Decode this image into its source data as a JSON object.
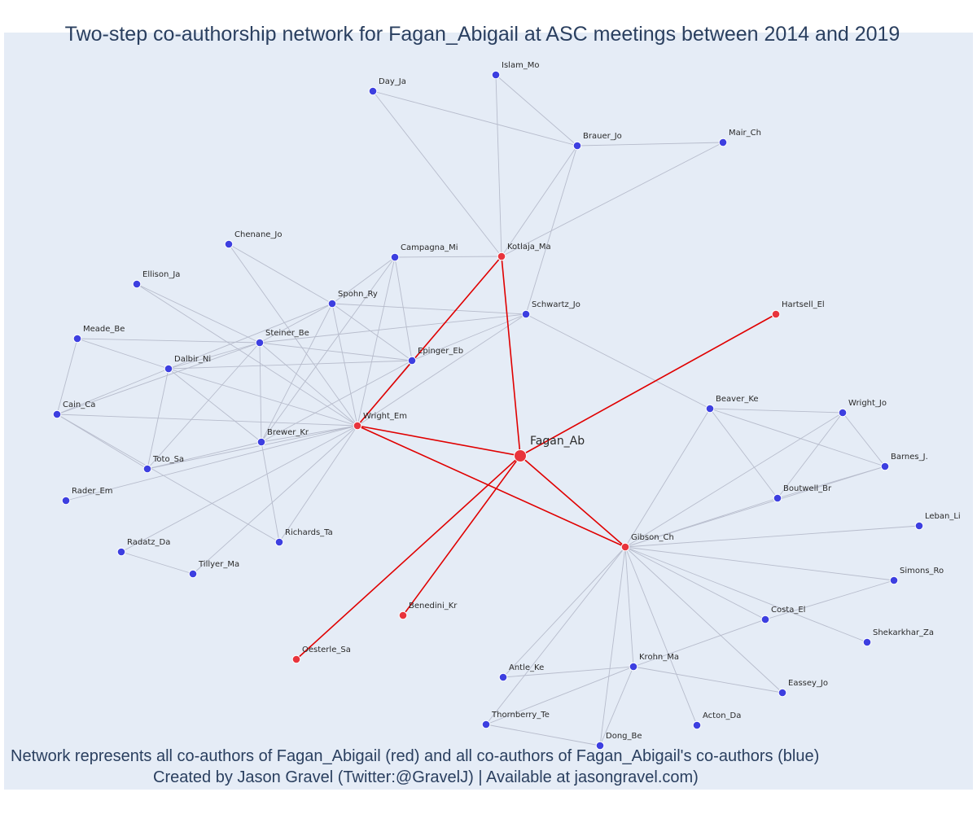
{
  "title": "Two-step co-authorship network for Fagan_Abigail at ASC meetings between 2014 and 2019",
  "caption_line1": "Network represents all co-authors of Fagan_Abigail (red) and all co-authors of Fagan_Abigail's co-authors (blue)",
  "caption_line2": "Created by Jason Gravel (Twitter:@GravelJ) | Available at jasongravel.com)",
  "colors": {
    "background": "#e5ecf6",
    "direct_coauthor": "#e8343c",
    "second_step": "#3d3fe0",
    "direct_edge": "#e00000",
    "other_edge": "#b7bccc",
    "text": "#2a3f5f"
  },
  "chart_data": {
    "type": "network",
    "center": "Fagan_Ab",
    "nodes": [
      {
        "id": "Fagan_Ab",
        "group": "center"
      },
      {
        "id": "Kotlaja_Ma",
        "group": "direct"
      },
      {
        "id": "Hartsell_El",
        "group": "direct"
      },
      {
        "id": "Wright_Em",
        "group": "direct"
      },
      {
        "id": "Gibson_Ch",
        "group": "direct"
      },
      {
        "id": "Benedini_Kr",
        "group": "direct"
      },
      {
        "id": "Oesterle_Sa",
        "group": "direct"
      },
      {
        "id": "Islam_Mo",
        "group": "second"
      },
      {
        "id": "Day_Ja",
        "group": "second"
      },
      {
        "id": "Brauer_Jo",
        "group": "second"
      },
      {
        "id": "Mair_Ch",
        "group": "second"
      },
      {
        "id": "Chenane_Jo",
        "group": "second"
      },
      {
        "id": "Campagna_Mi",
        "group": "second"
      },
      {
        "id": "Ellison_Ja",
        "group": "second"
      },
      {
        "id": "Spohn_Ry",
        "group": "second"
      },
      {
        "id": "Schwartz_Jo",
        "group": "second"
      },
      {
        "id": "Meade_Be",
        "group": "second"
      },
      {
        "id": "Steiner_Be",
        "group": "second"
      },
      {
        "id": "Dalbir_Ni",
        "group": "second"
      },
      {
        "id": "Epinger_Eb",
        "group": "second"
      },
      {
        "id": "Cain_Ca",
        "group": "second"
      },
      {
        "id": "Brewer_Kr",
        "group": "second"
      },
      {
        "id": "Toto_Sa",
        "group": "second"
      },
      {
        "id": "Rader_Em",
        "group": "second"
      },
      {
        "id": "Radatz_Da",
        "group": "second"
      },
      {
        "id": "Tillyer_Ma",
        "group": "second"
      },
      {
        "id": "Richards_Ta",
        "group": "second"
      },
      {
        "id": "Beaver_Ke",
        "group": "second"
      },
      {
        "id": "Wright_Jo",
        "group": "second"
      },
      {
        "id": "Barnes_J.",
        "group": "second"
      },
      {
        "id": "Boutwell_Br",
        "group": "second"
      },
      {
        "id": "Leban_Li",
        "group": "second"
      },
      {
        "id": "Simons_Ro",
        "group": "second"
      },
      {
        "id": "Costa_El",
        "group": "second"
      },
      {
        "id": "Shekarkhar_Za",
        "group": "second"
      },
      {
        "id": "Antle_Ke",
        "group": "second"
      },
      {
        "id": "Krohn_Ma",
        "group": "second"
      },
      {
        "id": "Eassey_Jo",
        "group": "second"
      },
      {
        "id": "Thornberry_Te",
        "group": "second"
      },
      {
        "id": "Acton_Da",
        "group": "second"
      },
      {
        "id": "Dong_Be",
        "group": "second"
      }
    ],
    "edges": [
      [
        "Fagan_Ab",
        "Kotlaja_Ma"
      ],
      [
        "Fagan_Ab",
        "Hartsell_El"
      ],
      [
        "Fagan_Ab",
        "Wright_Em"
      ],
      [
        "Fagan_Ab",
        "Gibson_Ch"
      ],
      [
        "Fagan_Ab",
        "Benedini_Kr"
      ],
      [
        "Fagan_Ab",
        "Oesterle_Sa"
      ],
      [
        "Kotlaja_Ma",
        "Wright_Em"
      ],
      [
        "Wright_Em",
        "Gibson_Ch"
      ],
      [
        "Kotlaja_Ma",
        "Day_Ja"
      ],
      [
        "Kotlaja_Ma",
        "Islam_Mo"
      ],
      [
        "Kotlaja_Ma",
        "Brauer_Jo"
      ],
      [
        "Kotlaja_Ma",
        "Mair_Ch"
      ],
      [
        "Kotlaja_Ma",
        "Campagna_Mi"
      ],
      [
        "Day_Ja",
        "Brauer_Jo"
      ],
      [
        "Islam_Mo",
        "Brauer_Jo"
      ],
      [
        "Brauer_Jo",
        "Mair_Ch"
      ],
      [
        "Brauer_Jo",
        "Schwartz_Jo"
      ],
      [
        "Schwartz_Jo",
        "Spohn_Ry"
      ],
      [
        "Schwartz_Jo",
        "Steiner_Be"
      ],
      [
        "Schwartz_Jo",
        "Epinger_Eb"
      ],
      [
        "Schwartz_Jo",
        "Wright_Em"
      ],
      [
        "Schwartz_Jo",
        "Beaver_Ke"
      ],
      [
        "Chenane_Jo",
        "Spohn_Ry"
      ],
      [
        "Chenane_Jo",
        "Wright_Em"
      ],
      [
        "Campagna_Mi",
        "Spohn_Ry"
      ],
      [
        "Campagna_Mi",
        "Epinger_Eb"
      ],
      [
        "Campagna_Mi",
        "Wright_Em"
      ],
      [
        "Campagna_Mi",
        "Brewer_Kr"
      ],
      [
        "Ellison_Ja",
        "Steiner_Be"
      ],
      [
        "Ellison_Ja",
        "Wright_Em"
      ],
      [
        "Spohn_Ry",
        "Steiner_Be"
      ],
      [
        "Spohn_Ry",
        "Dalbir_Ni"
      ],
      [
        "Spohn_Ry",
        "Epinger_Eb"
      ],
      [
        "Spohn_Ry",
        "Wright_Em"
      ],
      [
        "Spohn_Ry",
        "Brewer_Kr"
      ],
      [
        "Meade_Be",
        "Steiner_Be"
      ],
      [
        "Meade_Be",
        "Dalbir_Ni"
      ],
      [
        "Meade_Be",
        "Cain_Ca"
      ],
      [
        "Steiner_Be",
        "Dalbir_Ni"
      ],
      [
        "Steiner_Be",
        "Epinger_Eb"
      ],
      [
        "Steiner_Be",
        "Wright_Em"
      ],
      [
        "Steiner_Be",
        "Brewer_Kr"
      ],
      [
        "Steiner_Be",
        "Toto_Sa"
      ],
      [
        "Steiner_Be",
        "Cain_Ca"
      ],
      [
        "Dalbir_Ni",
        "Epinger_Eb"
      ],
      [
        "Dalbir_Ni",
        "Wright_Em"
      ],
      [
        "Dalbir_Ni",
        "Cain_Ca"
      ],
      [
        "Dalbir_Ni",
        "Brewer_Kr"
      ],
      [
        "Dalbir_Ni",
        "Toto_Sa"
      ],
      [
        "Epinger_Eb",
        "Wright_Em"
      ],
      [
        "Epinger_Eb",
        "Brewer_Kr"
      ],
      [
        "Cain_Ca",
        "Wright_Em"
      ],
      [
        "Cain_Ca",
        "Toto_Sa"
      ],
      [
        "Cain_Ca",
        "Richards_Ta"
      ],
      [
        "Brewer_Kr",
        "Wright_Em"
      ],
      [
        "Brewer_Kr",
        "Toto_Sa"
      ],
      [
        "Brewer_Kr",
        "Richards_Ta"
      ],
      [
        "Toto_Sa",
        "Wright_Em"
      ],
      [
        "Rader_Em",
        "Wright_Em"
      ],
      [
        "Radatz_Da",
        "Wright_Em"
      ],
      [
        "Radatz_Da",
        "Tillyer_Ma"
      ],
      [
        "Tillyer_Ma",
        "Wright_Em"
      ],
      [
        "Richards_Ta",
        "Wright_Em"
      ],
      [
        "Gibson_Ch",
        "Beaver_Ke"
      ],
      [
        "Gibson_Ch",
        "Wright_Jo"
      ],
      [
        "Gibson_Ch",
        "Barnes_J."
      ],
      [
        "Gibson_Ch",
        "Boutwell_Br"
      ],
      [
        "Gibson_Ch",
        "Leban_Li"
      ],
      [
        "Gibson_Ch",
        "Simons_Ro"
      ],
      [
        "Gibson_Ch",
        "Costa_El"
      ],
      [
        "Gibson_Ch",
        "Shekarkhar_Za"
      ],
      [
        "Gibson_Ch",
        "Antle_Ke"
      ],
      [
        "Gibson_Ch",
        "Krohn_Ma"
      ],
      [
        "Gibson_Ch",
        "Eassey_Jo"
      ],
      [
        "Gibson_Ch",
        "Thornberry_Te"
      ],
      [
        "Gibson_Ch",
        "Acton_Da"
      ],
      [
        "Gibson_Ch",
        "Dong_Be"
      ],
      [
        "Beaver_Ke",
        "Wright_Jo"
      ],
      [
        "Beaver_Ke",
        "Barnes_J."
      ],
      [
        "Beaver_Ke",
        "Boutwell_Br"
      ],
      [
        "Wright_Jo",
        "Barnes_J."
      ],
      [
        "Wright_Jo",
        "Boutwell_Br"
      ],
      [
        "Barnes_J.",
        "Boutwell_Br"
      ],
      [
        "Simons_Ro",
        "Costa_El"
      ],
      [
        "Costa_El",
        "Krohn_Ma"
      ],
      [
        "Krohn_Ma",
        "Antle_Ke"
      ],
      [
        "Krohn_Ma",
        "Eassey_Jo"
      ],
      [
        "Krohn_Ma",
        "Thornberry_Te"
      ],
      [
        "Krohn_Ma",
        "Dong_Be"
      ],
      [
        "Thornberry_Te",
        "Dong_Be"
      ]
    ]
  }
}
